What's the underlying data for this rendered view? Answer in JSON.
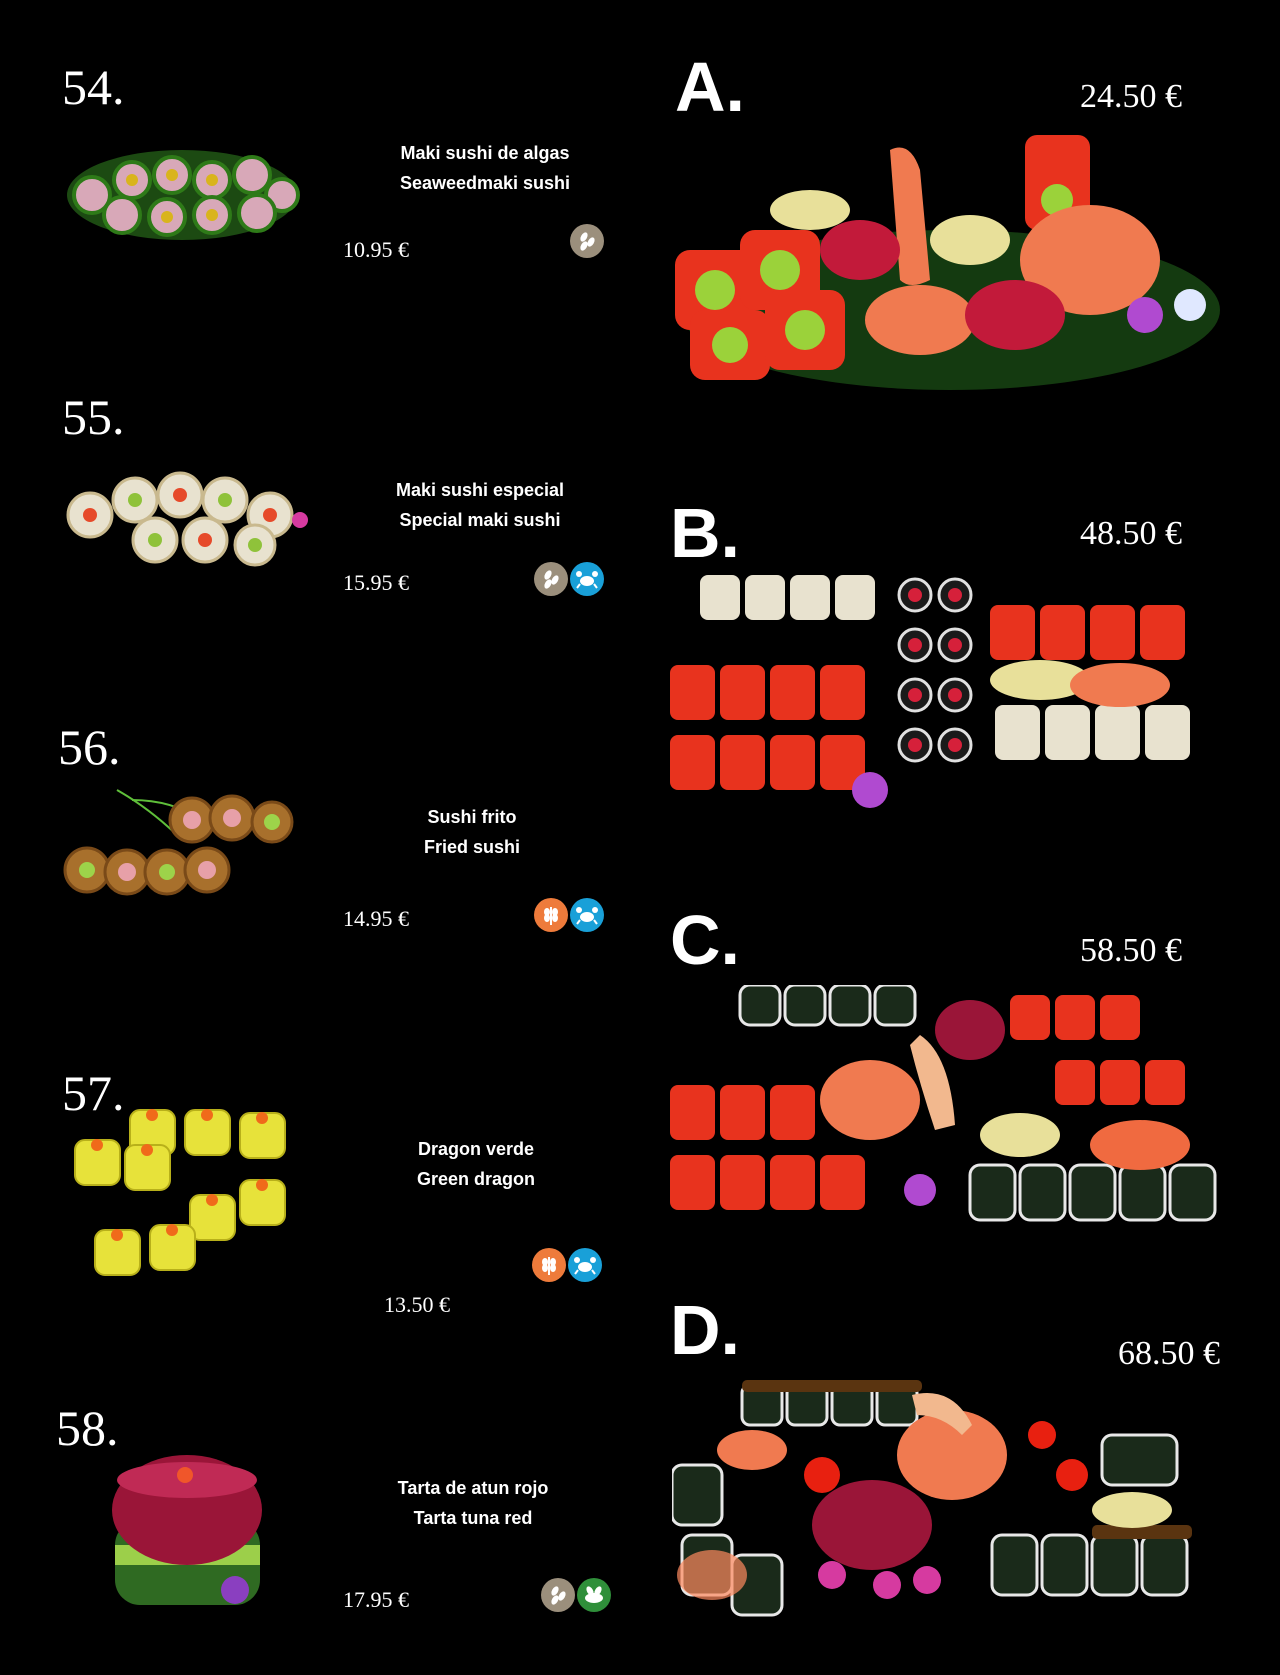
{
  "items": [
    {
      "number": "54.",
      "name_es": "Maki sushi de algas",
      "name_en": "Seaweedmaki sushi",
      "price": "10.95 €",
      "icons": [
        "sesame-icon"
      ]
    },
    {
      "number": "55.",
      "name_es": "Maki sushi especial",
      "name_en": "Special maki sushi",
      "price": "15.95 €",
      "icons": [
        "sesame-icon",
        "crustacean-icon"
      ]
    },
    {
      "number": "56.",
      "name_es": "Sushi frito",
      "name_en": "Fried sushi",
      "price": "14.95 €",
      "icons": [
        "gluten-icon",
        "crustacean-icon"
      ]
    },
    {
      "number": "57.",
      "name_es": "Dragon verde",
      "name_en": "Green dragon",
      "price": "13.50 €",
      "icons": [
        "gluten-icon",
        "crustacean-icon"
      ]
    },
    {
      "number": "58.",
      "name_es": "Tarta de atun rojo",
      "name_en": "Tarta tuna red",
      "price": "17.95 €",
      "icons": [
        "sesame-icon",
        "vegetable-icon"
      ]
    }
  ],
  "sets": [
    {
      "letter": "A.",
      "price": "24.50 €"
    },
    {
      "letter": "B.",
      "price": "48.50 €"
    },
    {
      "letter": "C.",
      "price": "58.50 €"
    },
    {
      "letter": "D.",
      "price": "68.50 €"
    }
  ],
  "colors": {
    "background": "#000000",
    "sesame": "#9b8f7c",
    "crustacean": "#19a0d8",
    "gluten": "#ee7b3b",
    "vegetable": "#2f8f3a"
  }
}
